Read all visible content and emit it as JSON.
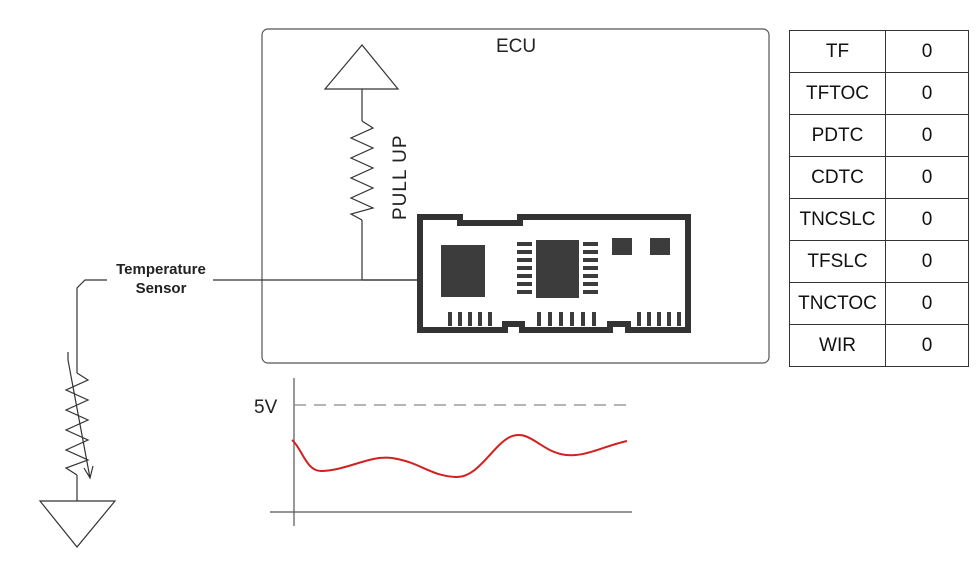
{
  "ecu": {
    "label": "ECU"
  },
  "pullup": {
    "label": "PULL UP"
  },
  "sensor": {
    "label_line1": "Temperature",
    "label_line2": "Sensor"
  },
  "graph": {
    "voltage_label": "5V"
  },
  "dtc_table": {
    "rows": [
      {
        "code": "TF",
        "value": "0"
      },
      {
        "code": "TFTOC",
        "value": "0"
      },
      {
        "code": "PDTC",
        "value": "0"
      },
      {
        "code": "CDTC",
        "value": "0"
      },
      {
        "code": "TNCSLC",
        "value": "0"
      },
      {
        "code": "TFSLC",
        "value": "0"
      },
      {
        "code": "TNCTOC",
        "value": "0"
      },
      {
        "code": "WIR",
        "value": "0"
      }
    ]
  },
  "colors": {
    "line": "#333333",
    "chip": "#3c3c3c",
    "signal": "#d32020",
    "dashed": "#888888"
  },
  "icons": {
    "power": "triangle-up-icon",
    "ground": "triangle-down-icon",
    "resistor": "zigzag-resistor-icon",
    "thermistor": "variable-resistor-icon",
    "board": "circuit-board-icon"
  }
}
